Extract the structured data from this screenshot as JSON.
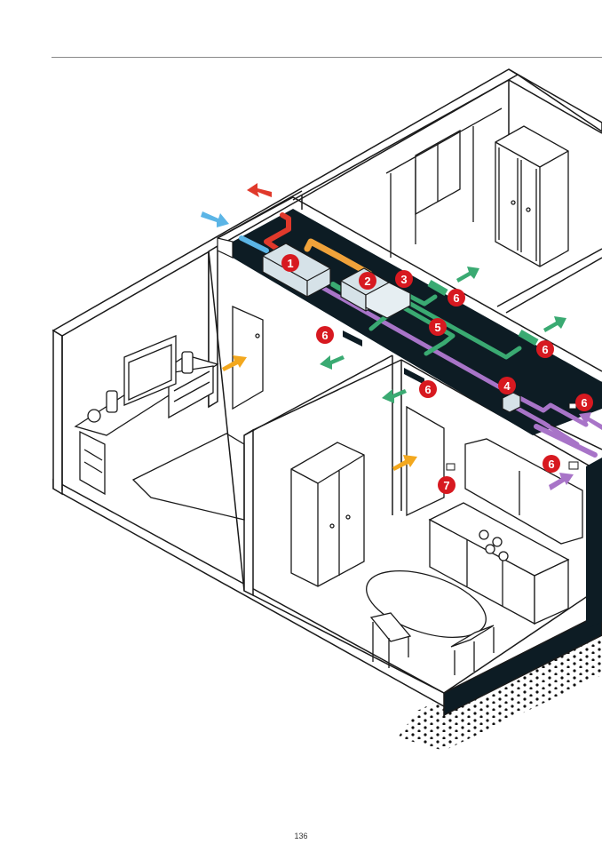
{
  "page": {
    "number": "136"
  },
  "colors": {
    "line": "#1a1a1a",
    "duct_bg": "#0d1c24",
    "unit_fill": "#d6e2e8",
    "badge": "#d71920",
    "fresh_air_blue": "#5bb5e6",
    "exhaust_red": "#e0392b",
    "orange_duct": "#f0a23a",
    "supply_green": "#3aaa72",
    "extract_purple": "#a874c8",
    "transfer_yellow": "#f3a81e"
  },
  "callouts": [
    {
      "id": "1",
      "label": "1"
    },
    {
      "id": "2",
      "label": "2"
    },
    {
      "id": "3",
      "label": "3"
    },
    {
      "id": "4",
      "label": "4"
    },
    {
      "id": "5",
      "label": "5"
    },
    {
      "id": "6",
      "label": "6"
    },
    {
      "id": "7",
      "label": "7"
    }
  ],
  "airflow_icons": [
    "fresh-air-intake-arrow",
    "exhaust-air-arrow",
    "supply-air-arrow",
    "extract-air-arrow",
    "transfer-air-arrow"
  ]
}
